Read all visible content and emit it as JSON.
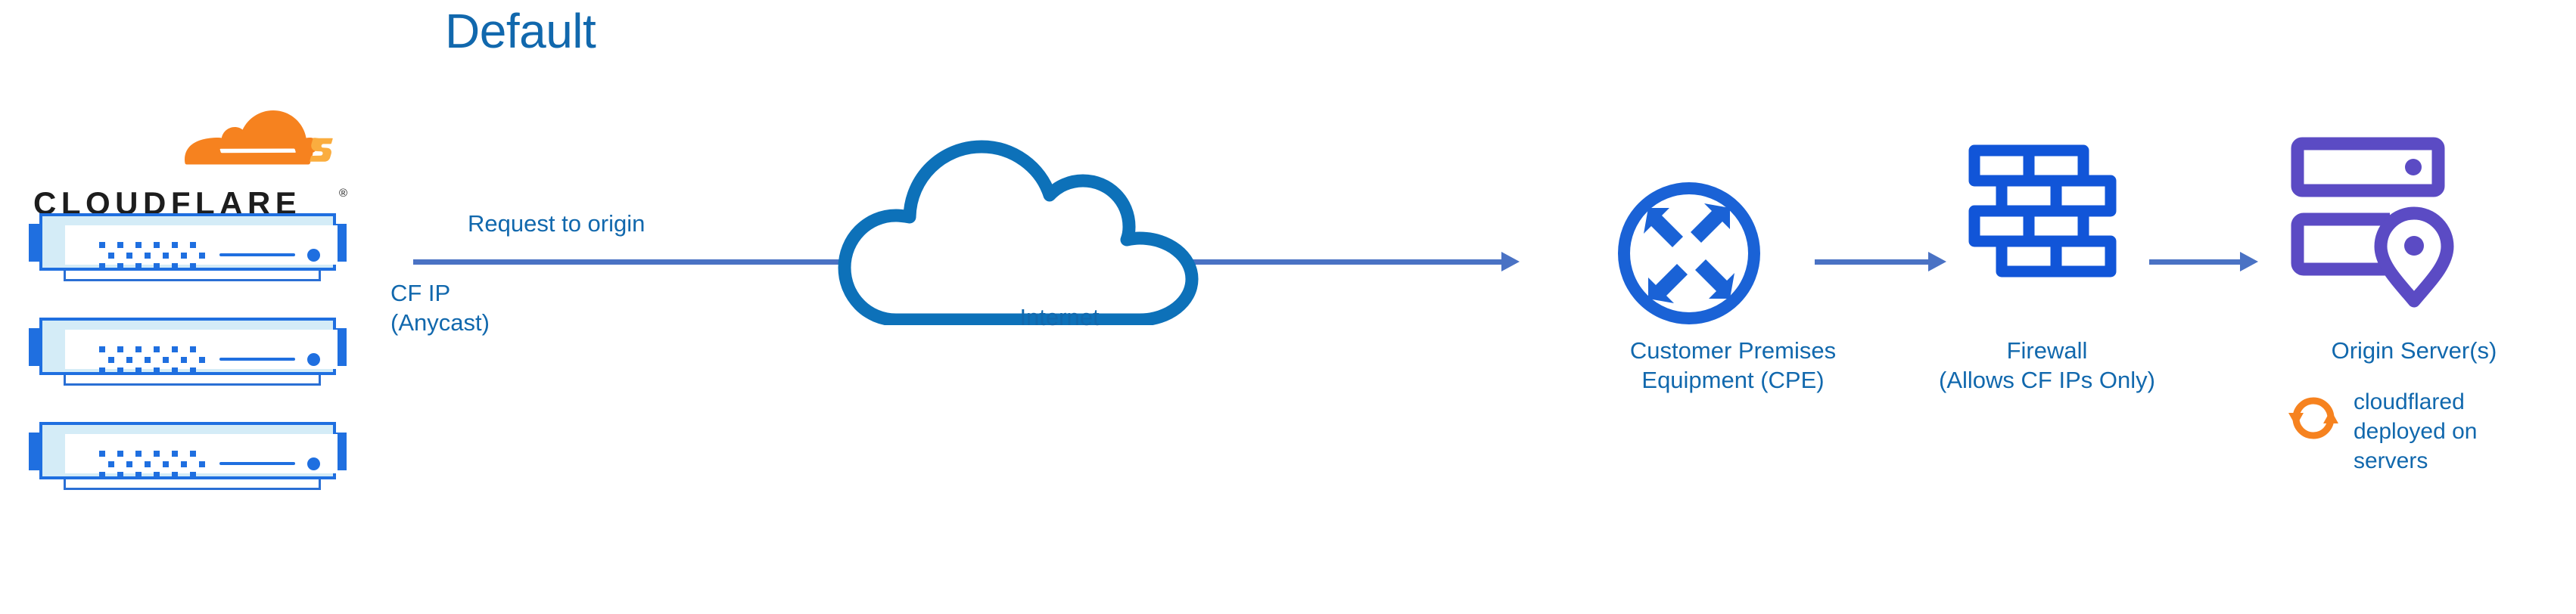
{
  "title": "Default",
  "colors": {
    "cf_blue": "#1168ad",
    "icon_blue": "#1a62d6",
    "arrow_blue": "#4a72c4",
    "cloud_blue": "#0d71b9",
    "purple": "#5b4bc4",
    "orange": "#f6821f",
    "orange_light": "#faad3f",
    "wordmark_black": "#1d1d1d"
  },
  "brand": {
    "wordmark": "CLOUDFLARE",
    "registered_mark": "®",
    "logo_icon": "cloudflare-cloud-logo"
  },
  "servers": {
    "count": 3,
    "icon": "server-rack-icon"
  },
  "labels": {
    "request_to_origin": "Request to origin",
    "cf_ip": "CF IP\n(Anycast)",
    "internet": "Internet",
    "cpe": "Customer Premises\nEquipment (CPE)",
    "firewall": "Firewall\n(Allows CF IPs Only)",
    "origin_server": "Origin Server(s)",
    "cloudflared": "cloudflared deployed on servers"
  },
  "icons": {
    "internet": "cloud-outline-icon",
    "cpe": "router-four-arrows-circle-icon",
    "firewall": "brick-wall-icon",
    "origin_server": "server-stack-location-pin-icon",
    "cloudflared": "orange-sync-arrows-icon"
  },
  "flow": {
    "arrows": [
      {
        "name": "cf-to-cpe",
        "from": "cloudflare-edge",
        "to": "customer-premises-equipment"
      },
      {
        "name": "cpe-to-firewall",
        "from": "customer-premises-equipment",
        "to": "firewall"
      },
      {
        "name": "firewall-to-origin",
        "from": "firewall",
        "to": "origin-server"
      }
    ]
  }
}
